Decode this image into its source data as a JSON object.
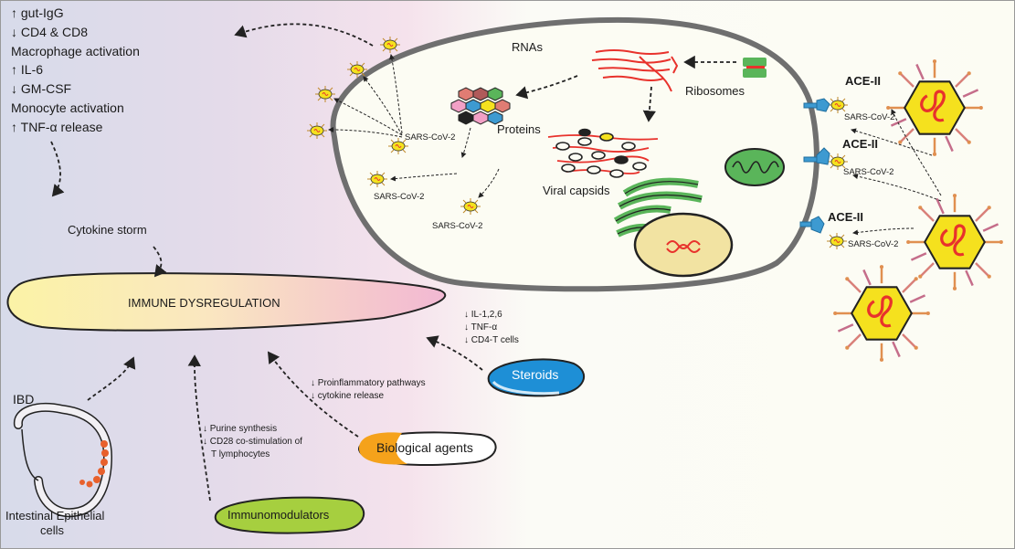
{
  "effects_list": [
    "↑ gut-IgG",
    "↓ CD4 & CD8",
    "Macrophage activation",
    "↑ IL-6",
    "↓ GM-CSF",
    "Monocyte activation",
    "↑ TNF-α release"
  ],
  "cytokine_storm": "Cytokine storm",
  "immune_dysregulation": "IMMUNE DYSREGULATION",
  "ibd_label": "IBD",
  "intestinal_cells_label": [
    "Intestinal Epithelial",
    "cells"
  ],
  "cell": {
    "rnas": "RNAs",
    "proteins": "Proteins",
    "ribosomes": "Ribosomes",
    "viral_capsids": "Viral capsids",
    "virus_label": "SARS-CoV-2"
  },
  "receptors": [
    {
      "label": "ACE-II",
      "virus": "SARS-CoV-2"
    },
    {
      "label": "ACE-II",
      "virus": "SARS-CoV-2"
    },
    {
      "label": "ACE-II",
      "virus": "SARS-CoV-2"
    }
  ],
  "treatments": {
    "steroids": {
      "label": "Steroids",
      "effects": [
        "↓ IL-1,2,6",
        "↓ TNF-α",
        "↓ CD4-T cells"
      ]
    },
    "biological": {
      "label": "Biological agents",
      "effects": [
        "↓ Proinflammatory pathways",
        "↓ cytokine release"
      ]
    },
    "immunomodulators": {
      "label": "Immunomodulators",
      "effects": [
        "↓ Purine synthesis",
        "↓ CD28 co-stimulation of",
        "T lymphocytes"
      ]
    }
  },
  "colors": {
    "steroids": "#1e8fd6",
    "biological": "#f5a21b",
    "immunomodulators": "#a6cf3f",
    "cell_membrane": "#6f6f6f",
    "rna": "#e8322c",
    "virus_body": "#f5e11e",
    "receptor": "#3d9ad1"
  }
}
